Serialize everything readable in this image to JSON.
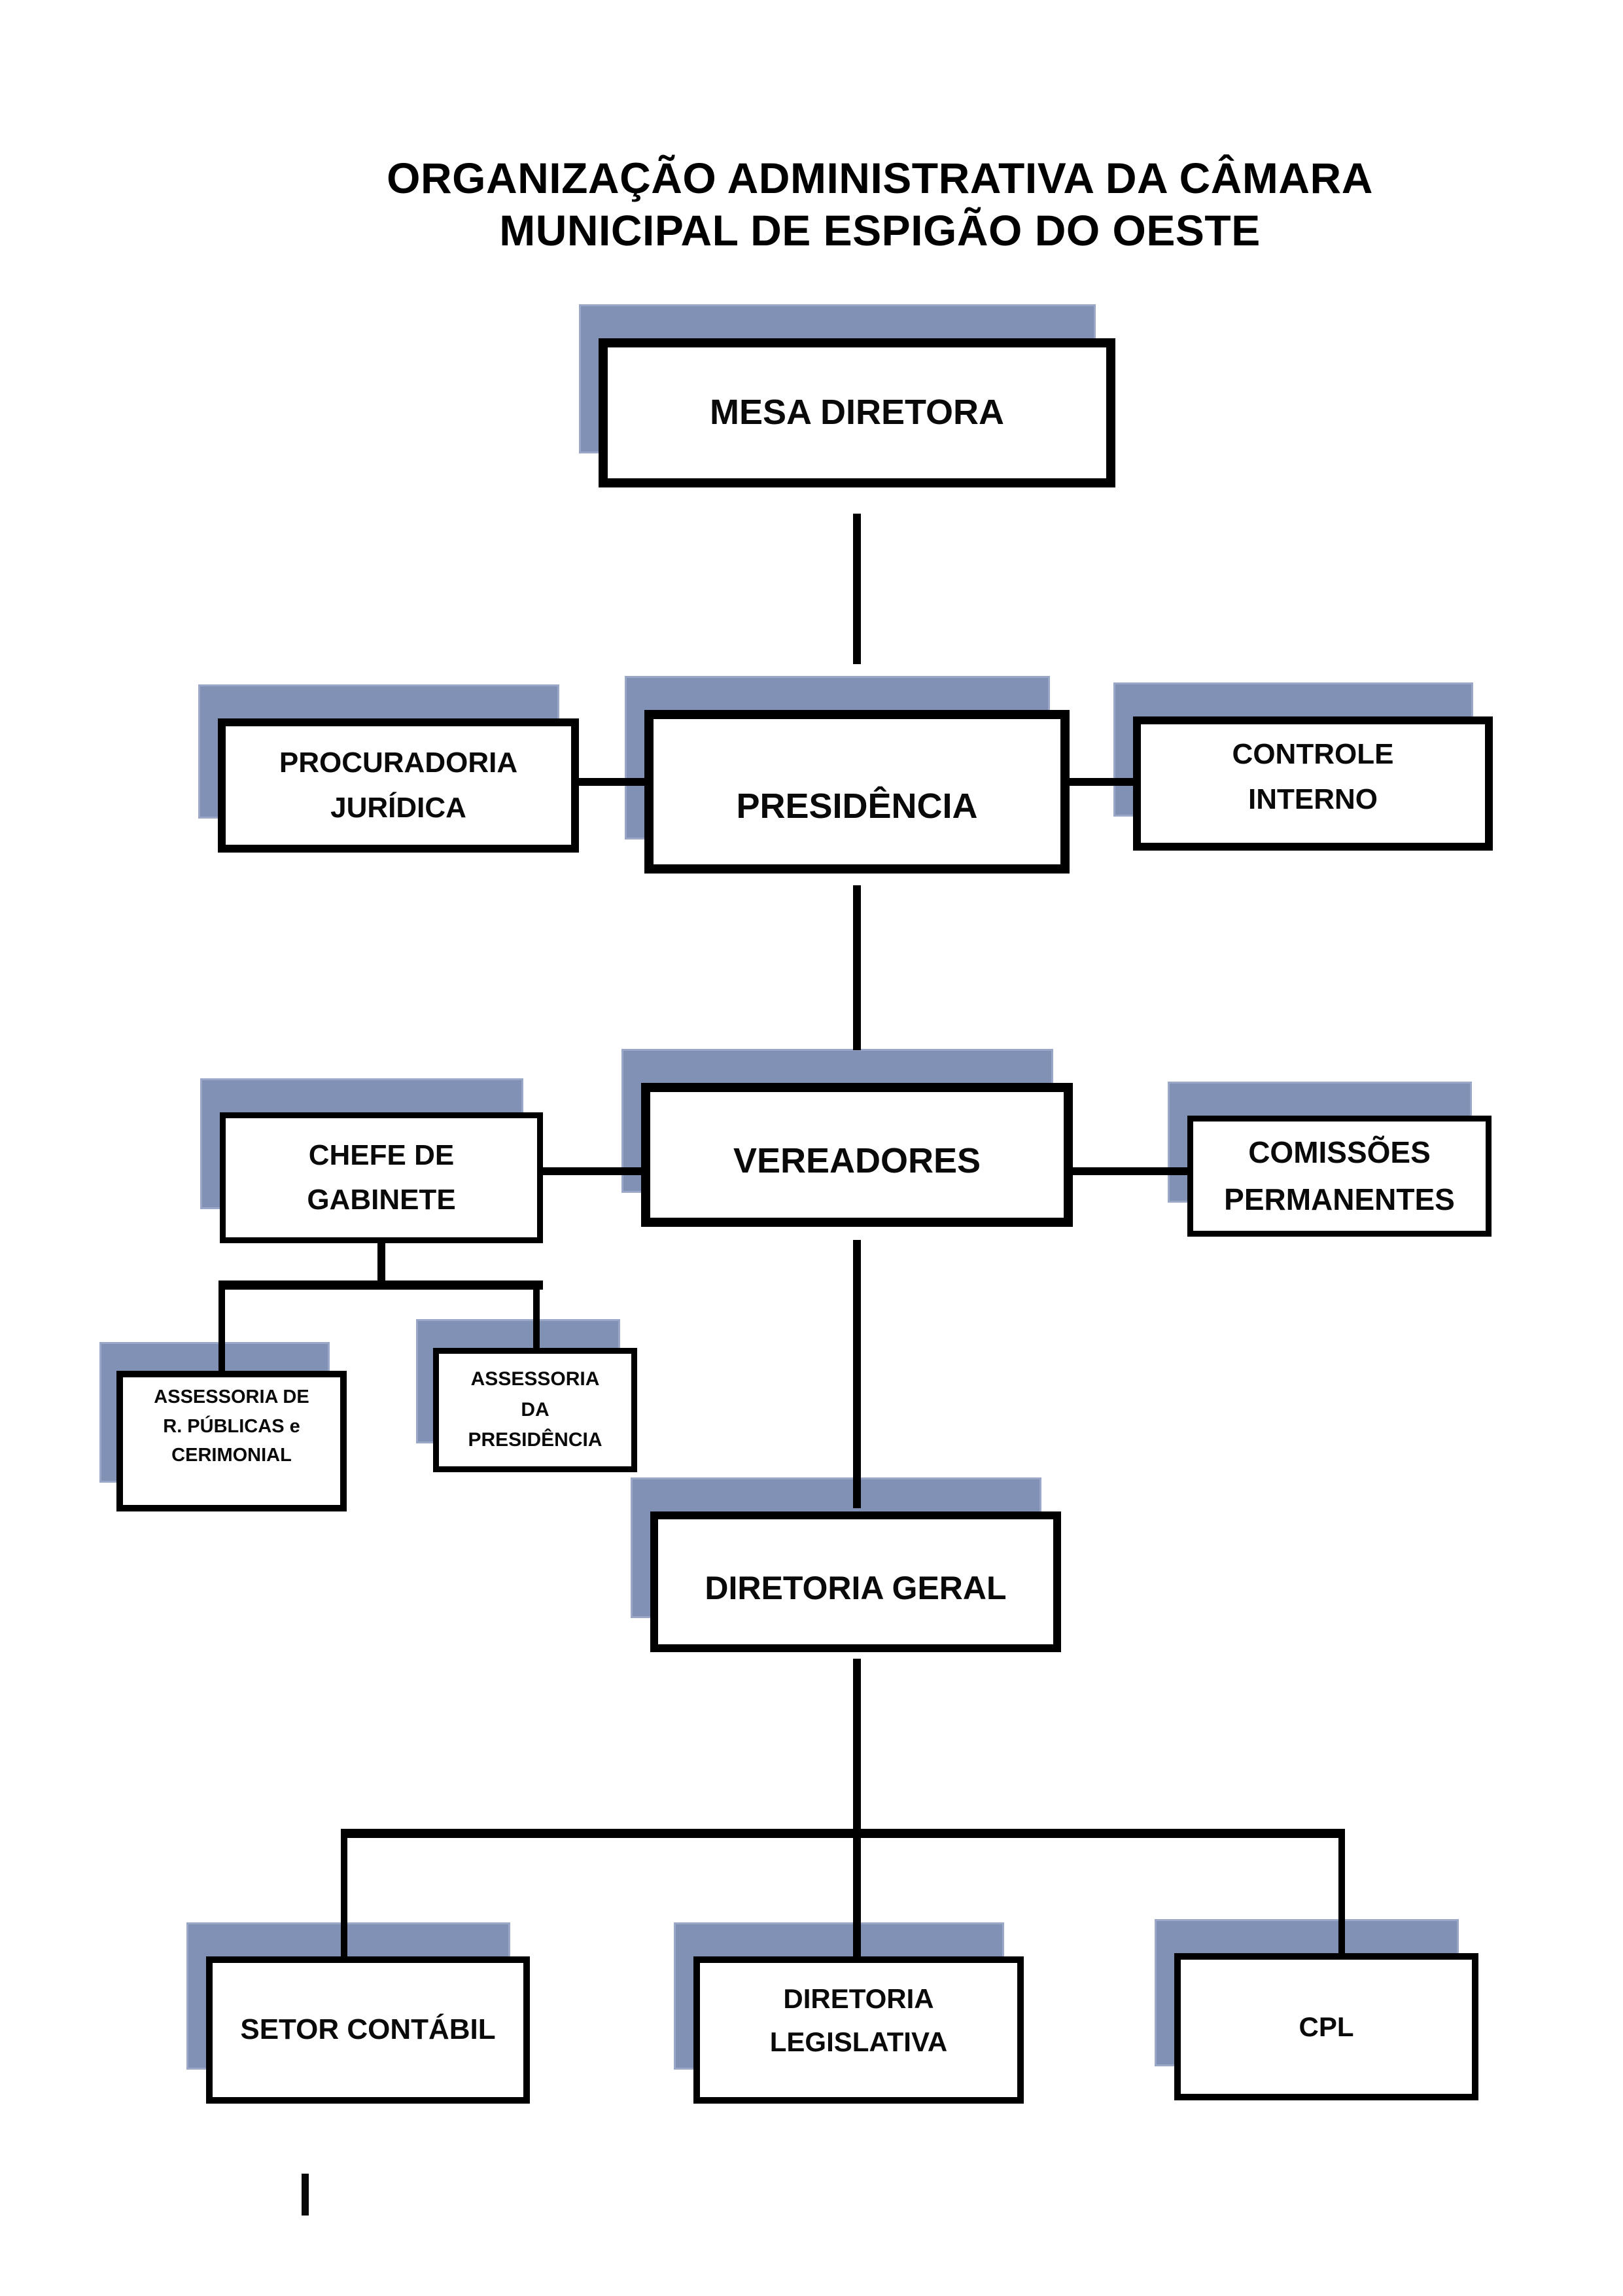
{
  "title": {
    "lines": [
      "ORGANIZAÇÃO ADMINISTRATIVA DA CÂMARA",
      "MUNICIPAL DE ESPIGÃO DO OESTE"
    ]
  },
  "colors": {
    "background": "#ffffff",
    "box_fill": "#ffffff",
    "box_border": "#000000",
    "shadow": "#8191b5",
    "connector": "#000000",
    "text": "#0a0a0a"
  },
  "org": {
    "nodes": [
      {
        "id": "mesa-diretora",
        "lines": [
          "MESA DIRETORA"
        ]
      },
      {
        "id": "procuradoria-juridica",
        "lines": [
          "PROCURADORIA",
          "JURÍDICA"
        ]
      },
      {
        "id": "presidencia",
        "lines": [
          "PRESIDÊNCIA"
        ]
      },
      {
        "id": "controle-interno",
        "lines": [
          "CONTROLE",
          "INTERNO"
        ]
      },
      {
        "id": "chefe-de-gabinete",
        "lines": [
          "CHEFE DE",
          "GABINETE"
        ]
      },
      {
        "id": "vereadores",
        "lines": [
          "VEREADORES"
        ]
      },
      {
        "id": "comissoes-permanentes",
        "lines": [
          "COMISSÕES",
          "PERMANENTES"
        ]
      },
      {
        "id": "assessoria-de-r-publicas-e-cerimonial",
        "lines": [
          "ASSESSORIA DE",
          "R. PÚBLICAS e",
          "CERIMONIAL"
        ]
      },
      {
        "id": "assessoria-da-presidencia",
        "lines": [
          "ASSESSORIA",
          "DA",
          "PRESIDÊNCIA"
        ]
      },
      {
        "id": "diretoria-geral",
        "lines": [
          "DIRETORIA GERAL"
        ]
      },
      {
        "id": "setor-contabil",
        "lines": [
          "SETOR CONTÁBIL"
        ]
      },
      {
        "id": "diretoria-legislativa",
        "lines": [
          "DIRETORIA",
          "LEGISLATIVA"
        ]
      },
      {
        "id": "cpl",
        "lines": [
          "CPL"
        ]
      }
    ],
    "edges": [
      {
        "from": "mesa-diretora",
        "to": "presidencia"
      },
      {
        "from": "presidencia",
        "to": "procuradoria-juridica"
      },
      {
        "from": "presidencia",
        "to": "controle-interno"
      },
      {
        "from": "presidencia",
        "to": "vereadores"
      },
      {
        "from": "vereadores",
        "to": "chefe-de-gabinete"
      },
      {
        "from": "vereadores",
        "to": "comissoes-permanentes"
      },
      {
        "from": "chefe-de-gabinete",
        "to": "assessoria-de-r-publicas-e-cerimonial"
      },
      {
        "from": "chefe-de-gabinete",
        "to": "assessoria-da-presidencia"
      },
      {
        "from": "vereadores",
        "to": "diretoria-geral"
      },
      {
        "from": "diretoria-geral",
        "to": "setor-contabil"
      },
      {
        "from": "diretoria-geral",
        "to": "diretoria-legislativa"
      },
      {
        "from": "diretoria-geral",
        "to": "cpl"
      }
    ]
  }
}
